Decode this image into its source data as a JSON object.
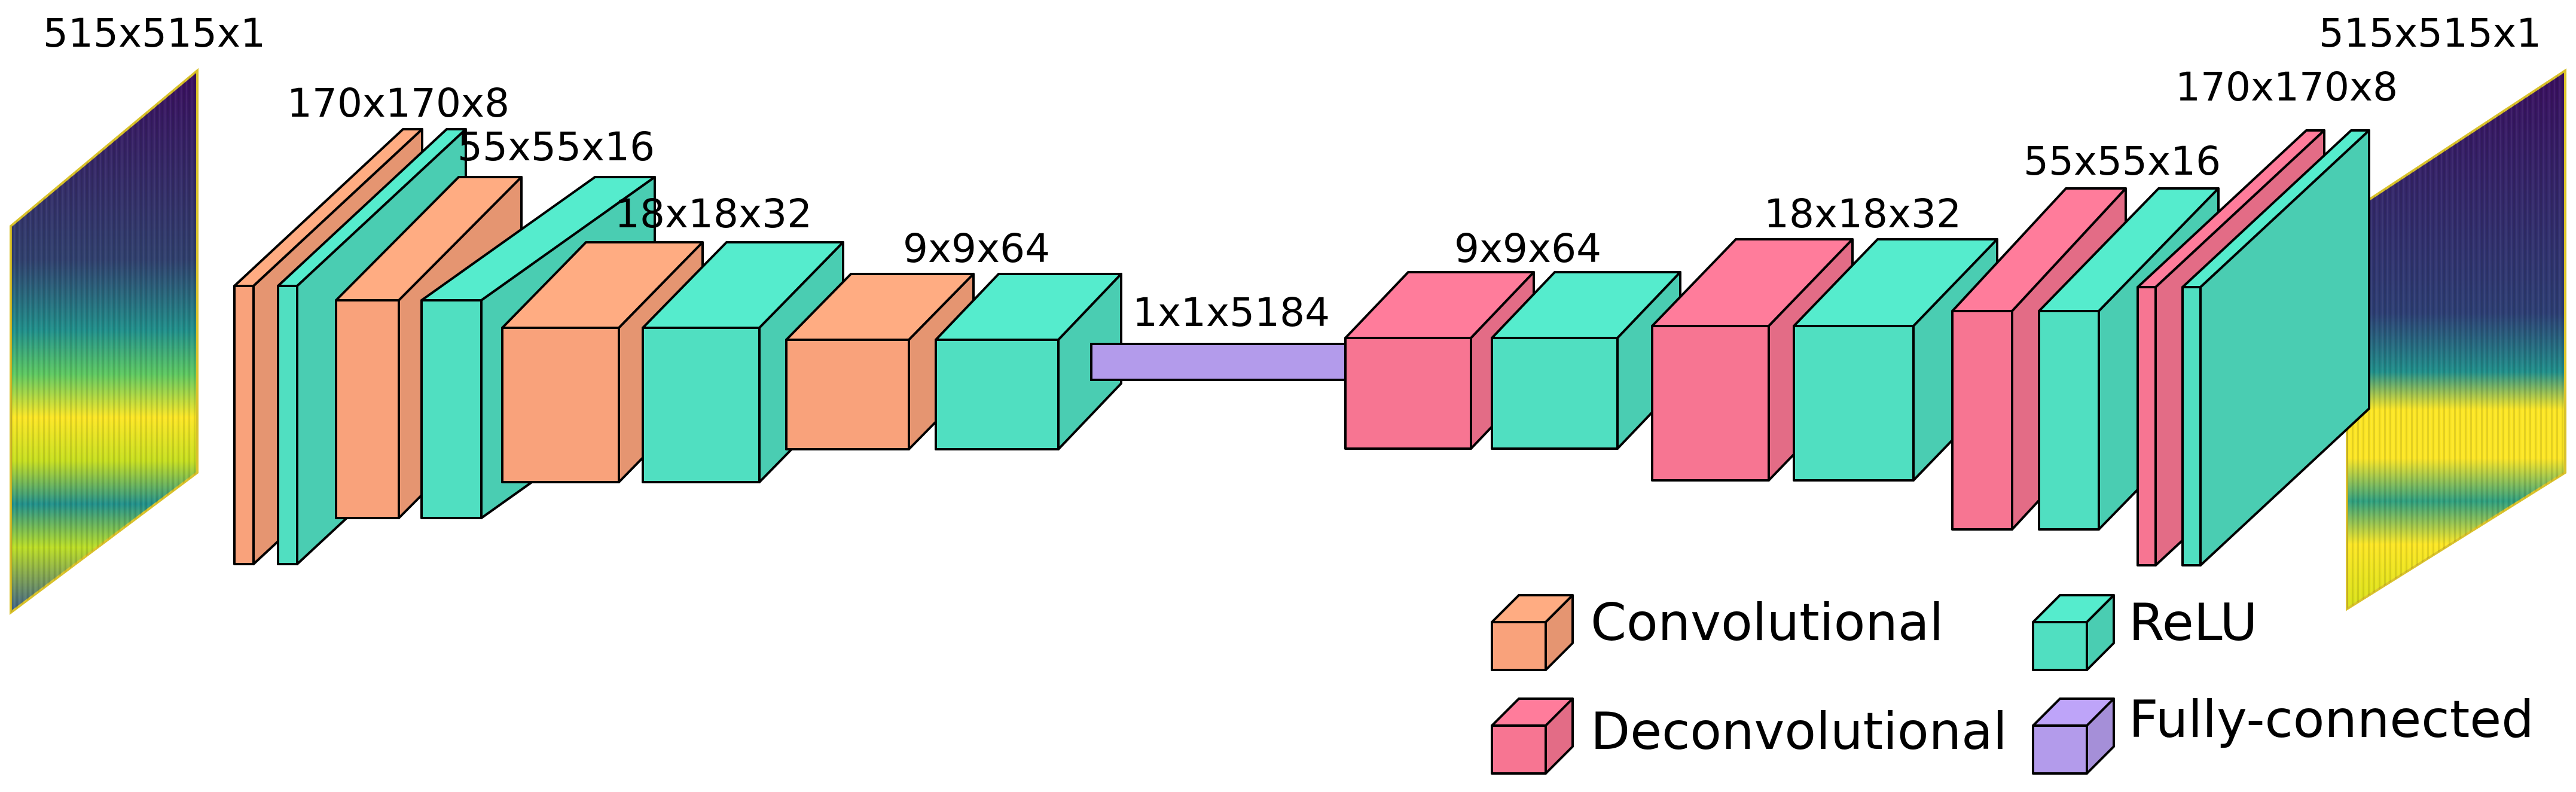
{
  "colors": {
    "convolutional": "#F9A27B",
    "deconvolutional": "#F77592",
    "relu": "#50DFC1",
    "fully_connected": "#B39BEB",
    "stroke": "#000000",
    "spectrogram_dark": "#3a0f5e",
    "spectrogram_teal": "#21918c",
    "spectrogram_yellow": "#fde725"
  },
  "input_label": "515x515x1",
  "output_label": "515x515x1",
  "encoder_labels": [
    "170x170x8",
    "55x55x16",
    "18x18x32",
    "9x9x64"
  ],
  "bottleneck_label": "1x1x5184",
  "decoder_labels": [
    "9x9x64",
    "18x18x32",
    "55x55x16",
    "170x170x8"
  ],
  "layers": [
    {
      "kind": "convolutional",
      "stage": "170x170x8"
    },
    {
      "kind": "relu",
      "stage": "170x170x8"
    },
    {
      "kind": "convolutional",
      "stage": "55x55x16"
    },
    {
      "kind": "relu",
      "stage": "55x55x16"
    },
    {
      "kind": "convolutional",
      "stage": "18x18x32"
    },
    {
      "kind": "relu",
      "stage": "18x18x32"
    },
    {
      "kind": "convolutional",
      "stage": "9x9x64"
    },
    {
      "kind": "relu",
      "stage": "9x9x64"
    },
    {
      "kind": "fully_connected",
      "stage": "1x1x5184"
    },
    {
      "kind": "deconvolutional",
      "stage": "9x9x64"
    },
    {
      "kind": "relu",
      "stage": "9x9x64"
    },
    {
      "kind": "deconvolutional",
      "stage": "18x18x32"
    },
    {
      "kind": "relu",
      "stage": "18x18x32"
    },
    {
      "kind": "deconvolutional",
      "stage": "55x55x16"
    },
    {
      "kind": "relu",
      "stage": "55x55x16"
    },
    {
      "kind": "deconvolutional",
      "stage": "170x170x8"
    },
    {
      "kind": "relu",
      "stage": "170x170x8"
    }
  ],
  "legend": {
    "convolutional": "Convolutional",
    "deconvolutional": "Deconvolutional",
    "relu": "ReLU",
    "fully_connected": "Fully-connected"
  }
}
